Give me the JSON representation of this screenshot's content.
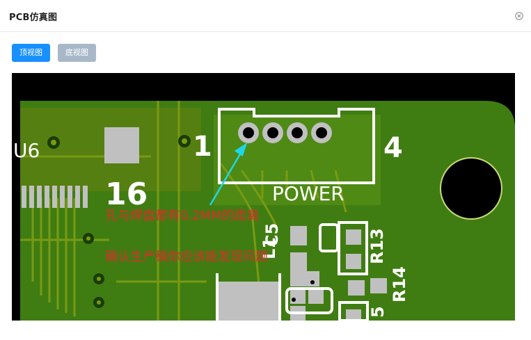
{
  "dialog": {
    "title": "PCB仿真图",
    "close_icon": "close-circle-icon"
  },
  "toolbar": {
    "top_view_label": "顶视图",
    "bottom_view_label": "底视图"
  },
  "pcb": {
    "silkscreen": {
      "u6": "U6",
      "pin1": "1",
      "pin4": "4",
      "pin16": "16",
      "power": "POWER",
      "c5": "C5",
      "l1": "L1",
      "r13": "R13",
      "r14": "R14",
      "r15_partial": "5"
    },
    "colors": {
      "board": "#3f7d12",
      "copper": "#7a9a12",
      "silk": "#ffffff",
      "pad": "#c0c0c0",
      "background": "#000000",
      "annotation": "#e02a2a",
      "arrow": "#1fd6e6"
    }
  },
  "annotations": {
    "line1": "孔与焊盘都有0.2MM的距离",
    "line2": "确认生产稿你应该能发现问题"
  }
}
